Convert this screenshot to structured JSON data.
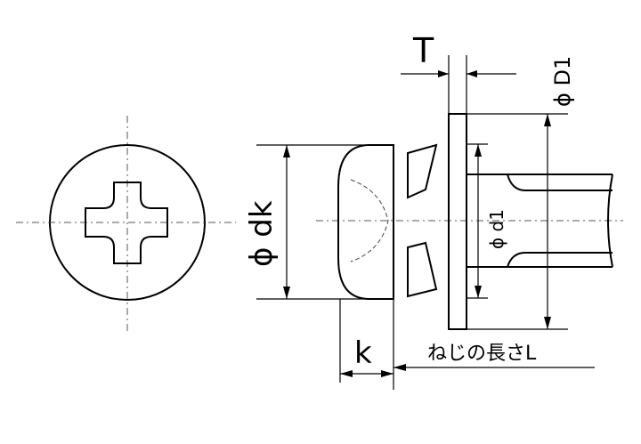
{
  "labels": {
    "T": "T",
    "phi_D1": "ϕ D1",
    "phi_dk": "ϕ dk",
    "phi_d1": "ϕ d1",
    "k": "k",
    "screw_length": "ねじの長さL"
  }
}
